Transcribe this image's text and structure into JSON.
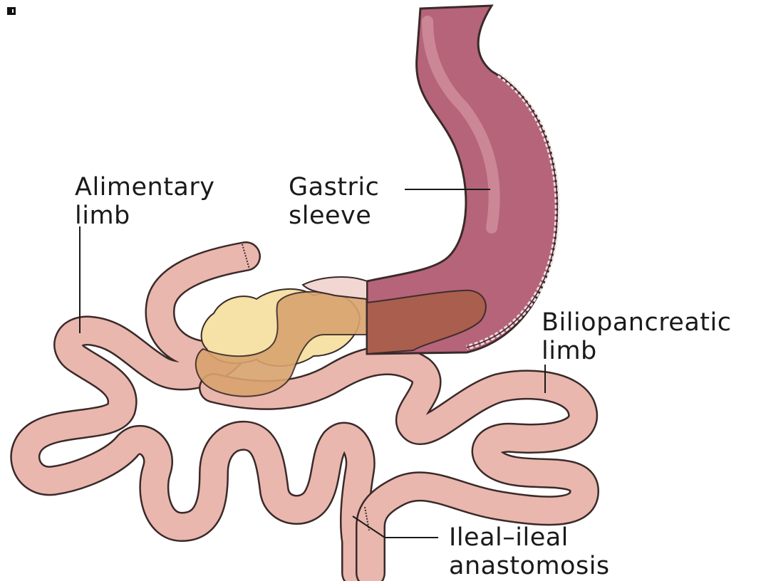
{
  "labels": {
    "alimentary": [
      "Alimentary",
      "limb"
    ],
    "gastric": [
      "Gastric",
      "sleeve"
    ],
    "biliopancreatic": [
      "Biliopancreatic",
      "limb"
    ],
    "ileal": [
      "Ileal–ileal",
      "anastomosis"
    ]
  },
  "colors": {
    "intestine_outline": "#3a2a2a",
    "intestine_fill": "#e9b7ad",
    "stomach_fill": "#b6647a",
    "stomach_dark": "#8c4155",
    "pancreas_fill": "#f6e1a6",
    "duodenum_fill": "#d9a36e",
    "liver_fill": "#a95e4c"
  },
  "icons": {
    "corner": "small-square-icon"
  }
}
